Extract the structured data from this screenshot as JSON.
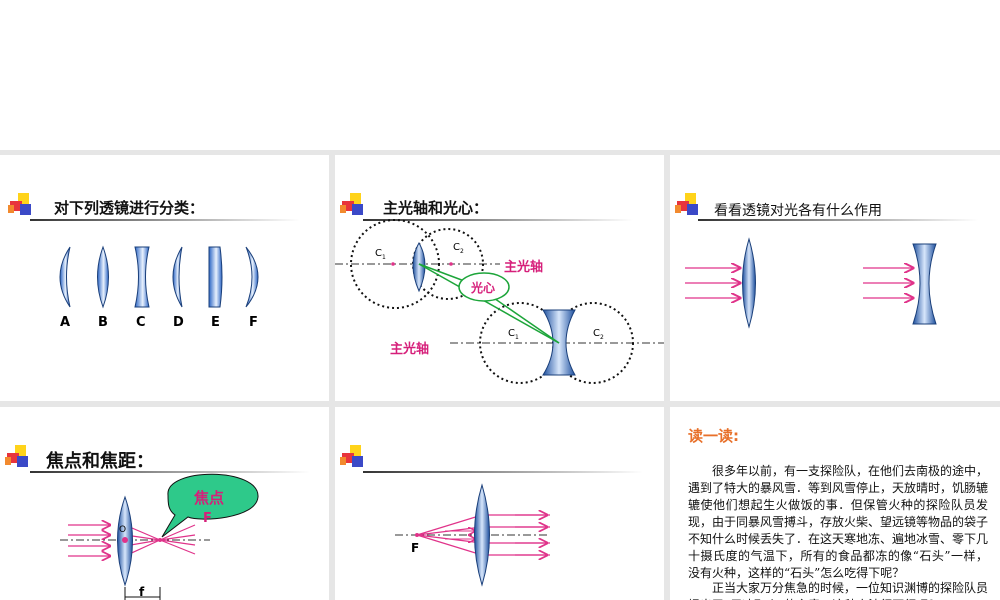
{
  "slides": {
    "s1": {
      "title": "对下列透镜进行分类：",
      "lens_labels": [
        "A",
        "B",
        "C",
        "D",
        "E",
        "F"
      ]
    },
    "s2": {
      "title": "主光轴和光心：",
      "c1": "C",
      "c1_sub": "1",
      "c2": "C",
      "c2_sub": "2",
      "axis_label_1": "主光轴",
      "axis_label_2": "主光轴",
      "center_label": "光心"
    },
    "s3": {
      "title": "看看透镜对光各有什么作用"
    },
    "s4": {
      "title": "焦点和焦距：",
      "bubble_label": "焦点",
      "focus_label": "F",
      "origin_label": "O",
      "focal_length_label": "f"
    },
    "s5": {
      "focus_label": "F"
    },
    "s6": {
      "title": "读一读:",
      "paragraph_1": "很多年以前，有一支探险队，在他们去南极的途中，遇到了特大的暴风雪．等到风雪停止，天放晴时，饥肠辘辘使他们想起生火做饭的事．但保管火种的探险队员发现，由于同暴风雪搏斗，存放火柴、望远镜等物品的袋子不知什么时候丢失了．在这天寒地冻、遍地冰雪、零下几十摄氏度的气温下，所有的食品都冻的像“石头”一样，没有火种，这样的“石头”怎么吃得下呢？",
      "paragraph_2": "正当大家万分焦急的时候，一位知识渊博的探险队员提出了“用冰取火”的主意，这种方法行不行呢？"
    }
  },
  "colors": {
    "lens_fill": "#3a6fc4",
    "ray_color": "#e0338a",
    "label_pink": "#d61f7a",
    "bubble_fill": "#2ec98a",
    "read_title": "#e8702a"
  }
}
